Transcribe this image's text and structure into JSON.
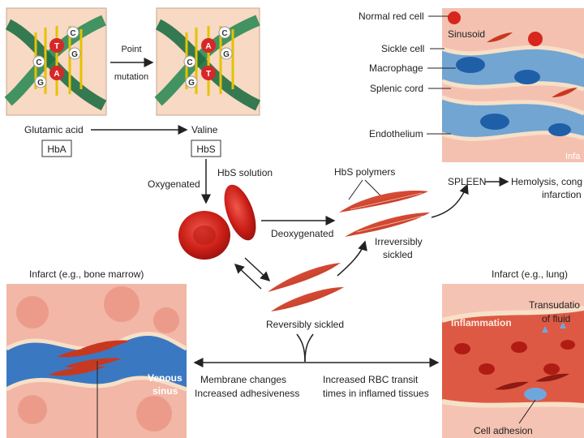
{
  "dna": {
    "left_pair": {
      "top": "T",
      "bottom": "A"
    },
    "right_pair": {
      "top": "A",
      "bottom": "T"
    },
    "bases": {
      "c": "C",
      "g": "G"
    },
    "point_mutation_line1": "Point",
    "point_mutation_line2": "mutation",
    "amino_left": "Glutamic acid",
    "amino_right": "Valine",
    "hb_left": "HbA",
    "hb_right": "HbS"
  },
  "center": {
    "oxygenated": "Oxygenated",
    "hbs_solution": "HbS solution",
    "hbs_polymers": "HbS polymers",
    "deoxygenated": "Deoxygenated",
    "irreversibly_line1": "Irreversibly",
    "irreversibly_line2": "sickled",
    "reversibly_sickled": "Reversibly sickled",
    "membrane_line1": "Membrane changes",
    "membrane_line2": "Increased adhesiveness",
    "transit_line1": "Increased RBC transit",
    "transit_line2": "times in inflamed tissues"
  },
  "spleen": {
    "labels": [
      "Normal red cell",
      "Sickle cell",
      "Macrophage",
      "Splenic cord",
      "Endothelium"
    ],
    "sinusoid": "Sinusoid",
    "infarct_partial": "Infa",
    "spleen_label": "SPLEEN",
    "outcome_line1": "Hemolysis, cong",
    "outcome_line2": "infarction"
  },
  "bone": {
    "title": "Infarct (e.g., bone marrow)",
    "venous_line1": "Venous",
    "venous_line2": "sinus"
  },
  "lung": {
    "title": "Infarct (e.g., lung)",
    "inflammation": "Inflammation",
    "transudation_line1": "Transudatio",
    "transudation_line2": "of fluid",
    "cell_adhesion": "Cell adhesion"
  },
  "colors": {
    "helix_green": "#2e8b57",
    "base_red": "#d62828",
    "panel_bg": "#f7d9c4",
    "rbc_red": "#d7261e",
    "sickle_red": "#c8381f",
    "vessel_blue": "#3b78c2",
    "tissue_pink": "#f2b7a6"
  }
}
